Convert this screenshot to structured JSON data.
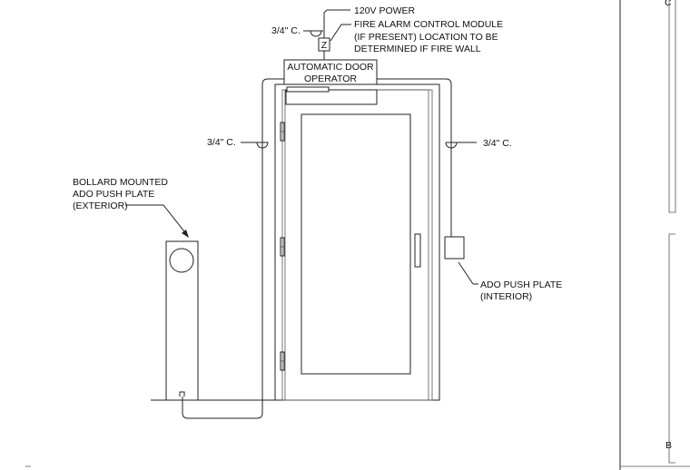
{
  "notes": {
    "power": "120V POWER",
    "conduit_top": "3/4\" C.",
    "conduit_left": "3/4\" C.",
    "conduit_right": "3/4\" C.",
    "fire_alarm_line1": "FIRE ALARM CONTROL MODULE",
    "fire_alarm_line2": "(IF PRESENT) LOCATION TO BE",
    "fire_alarm_line3": "DETERMINED IF FIRE WALL",
    "module_symbol": "Z",
    "operator_line1": "AUTOMATIC DOOR",
    "operator_line2": "OPERATOR",
    "bollard_line1": "BOLLARD MOUNTED",
    "bollard_line2": "ADO PUSH PLATE",
    "bollard_line3": "(EXTERIOR)",
    "plate_line1": "ADO PUSH PLATE",
    "plate_line2": "(INTERIOR)"
  },
  "border": {
    "grid_ref_top": "C",
    "grid_ref_bottom": "B"
  }
}
